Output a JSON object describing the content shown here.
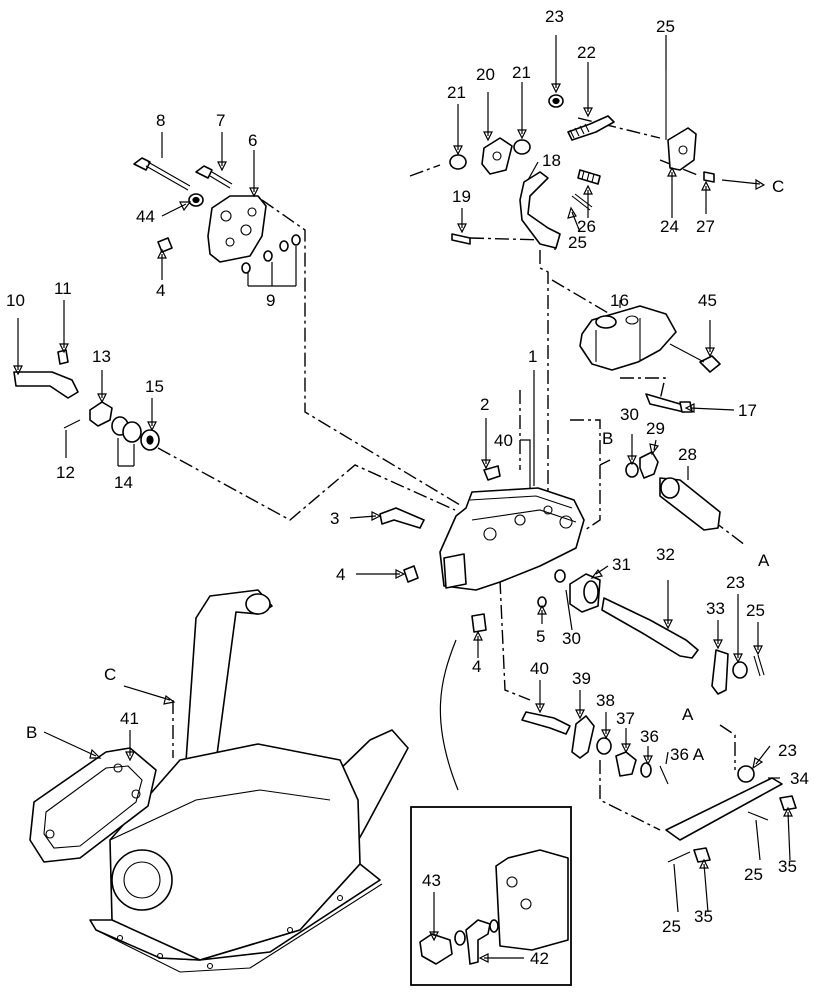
{
  "callouts": [
    {
      "id": "c23a",
      "text": "23"
    },
    {
      "id": "c25a",
      "text": "25"
    },
    {
      "id": "c22",
      "text": "22"
    },
    {
      "id": "c20",
      "text": "20"
    },
    {
      "id": "c21a",
      "text": "21"
    },
    {
      "id": "c21b",
      "text": "21"
    },
    {
      "id": "c18",
      "text": "18"
    },
    {
      "id": "c19",
      "text": "19"
    },
    {
      "id": "c25b",
      "text": "25"
    },
    {
      "id": "c26",
      "text": "26"
    },
    {
      "id": "c24",
      "text": "24"
    },
    {
      "id": "c27",
      "text": "27"
    },
    {
      "id": "cC1",
      "text": "C"
    },
    {
      "id": "c8",
      "text": "8"
    },
    {
      "id": "c7",
      "text": "7"
    },
    {
      "id": "c6",
      "text": "6"
    },
    {
      "id": "c44",
      "text": "44"
    },
    {
      "id": "c4a",
      "text": "4"
    },
    {
      "id": "c9",
      "text": "9"
    },
    {
      "id": "c10",
      "text": "10"
    },
    {
      "id": "c11",
      "text": "11"
    },
    {
      "id": "c13",
      "text": "13"
    },
    {
      "id": "c15",
      "text": "15"
    },
    {
      "id": "c12",
      "text": "12"
    },
    {
      "id": "c14",
      "text": "14"
    },
    {
      "id": "c16",
      "text": "16"
    },
    {
      "id": "c45",
      "text": "45"
    },
    {
      "id": "c1",
      "text": "1"
    },
    {
      "id": "c17",
      "text": "17"
    },
    {
      "id": "c2",
      "text": "2"
    },
    {
      "id": "c40a",
      "text": "40"
    },
    {
      "id": "cB1",
      "text": "B"
    },
    {
      "id": "c30a",
      "text": "30"
    },
    {
      "id": "c29",
      "text": "29"
    },
    {
      "id": "c28",
      "text": "28"
    },
    {
      "id": "cA1",
      "text": "A"
    },
    {
      "id": "c3",
      "text": "3"
    },
    {
      "id": "c4b",
      "text": "4"
    },
    {
      "id": "c31",
      "text": "31"
    },
    {
      "id": "c32",
      "text": "32"
    },
    {
      "id": "c5",
      "text": "5"
    },
    {
      "id": "c30b",
      "text": "30"
    },
    {
      "id": "c23b",
      "text": "23"
    },
    {
      "id": "c33",
      "text": "33"
    },
    {
      "id": "c25c",
      "text": "25"
    },
    {
      "id": "c4c",
      "text": "4"
    },
    {
      "id": "cC2",
      "text": "C"
    },
    {
      "id": "c41",
      "text": "41"
    },
    {
      "id": "cB2",
      "text": "B"
    },
    {
      "id": "c40b",
      "text": "40"
    },
    {
      "id": "c39",
      "text": "39"
    },
    {
      "id": "c38",
      "text": "38"
    },
    {
      "id": "c37",
      "text": "37"
    },
    {
      "id": "c36",
      "text": "36"
    },
    {
      "id": "c36A",
      "text": "36 A"
    },
    {
      "id": "cA2",
      "text": "A"
    },
    {
      "id": "c23c",
      "text": "23"
    },
    {
      "id": "c34",
      "text": "34"
    },
    {
      "id": "c25d",
      "text": "25"
    },
    {
      "id": "c35a",
      "text": "35"
    },
    {
      "id": "c25e",
      "text": "25"
    },
    {
      "id": "c35b",
      "text": "35"
    },
    {
      "id": "c43",
      "text": "43"
    },
    {
      "id": "c42",
      "text": "42"
    }
  ]
}
